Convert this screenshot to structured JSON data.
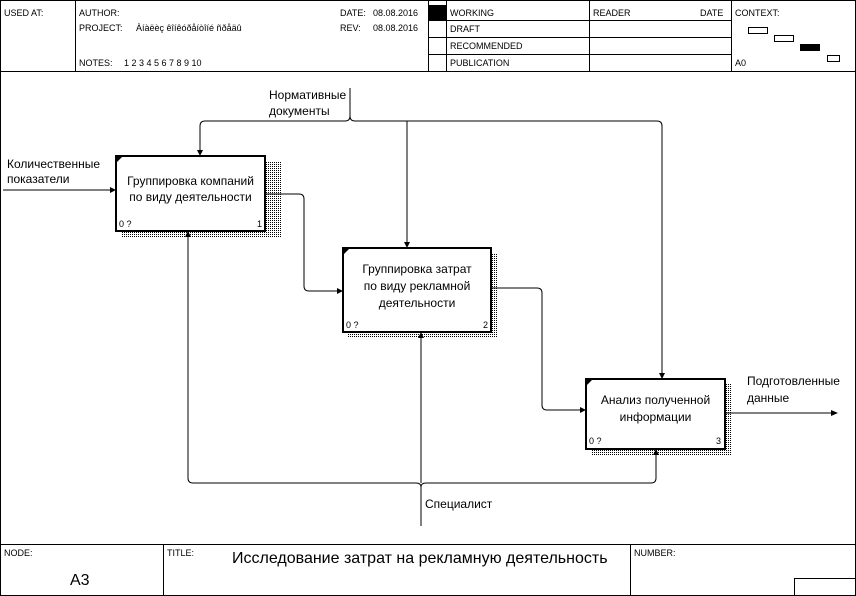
{
  "header": {
    "used_at_label": "USED AT:",
    "author_label": "AUTHOR:",
    "project_label": "PROJECT:",
    "project_value": "Àíàëèç êîíêóðåíòîíé ñðåäû",
    "notes_label": "NOTES:",
    "notes_numbers": "1  2  3  4  5  6  7  8  9  10",
    "date_label": "DATE:",
    "date_value": "08.08.2016",
    "rev_label": "REV:",
    "rev_value": "08.08.2016",
    "status": [
      "WORKING",
      "DRAFT",
      "RECOMMENDED",
      "PUBLICATION"
    ],
    "reader_label": "READER",
    "reader_date_label": "DATE",
    "context_label": "CONTEXT:",
    "context_node": "A0"
  },
  "diagram": {
    "boxes": [
      {
        "label_line1": "Группировка компаний",
        "label_line2": "по виду деятельности",
        "label_line3": "",
        "cost": "0 ?",
        "number": "1"
      },
      {
        "label_line1": "Группировка затрат",
        "label_line2": "по виду рекламной",
        "label_line3": "деятельности",
        "cost": "0 ?",
        "number": "2"
      },
      {
        "label_line1": "Анализ полученной",
        "label_line2": "информации",
        "label_line3": "",
        "cost": "0 ?",
        "number": "3"
      }
    ],
    "arrows": {
      "input_line1": "Количественные",
      "input_line2": "показатели",
      "control_line1": "Нормативные",
      "control_line2": "документы",
      "output_line1": "Подготовленные",
      "output_line2": "данные",
      "mechanism": "Специалист"
    }
  },
  "footer": {
    "node_label": "NODE:",
    "node_value": "A3",
    "title_label": "TITLE:",
    "title_value": "Исследование затрат  на рекламную  деятельность",
    "number_label": "NUMBER:"
  }
}
